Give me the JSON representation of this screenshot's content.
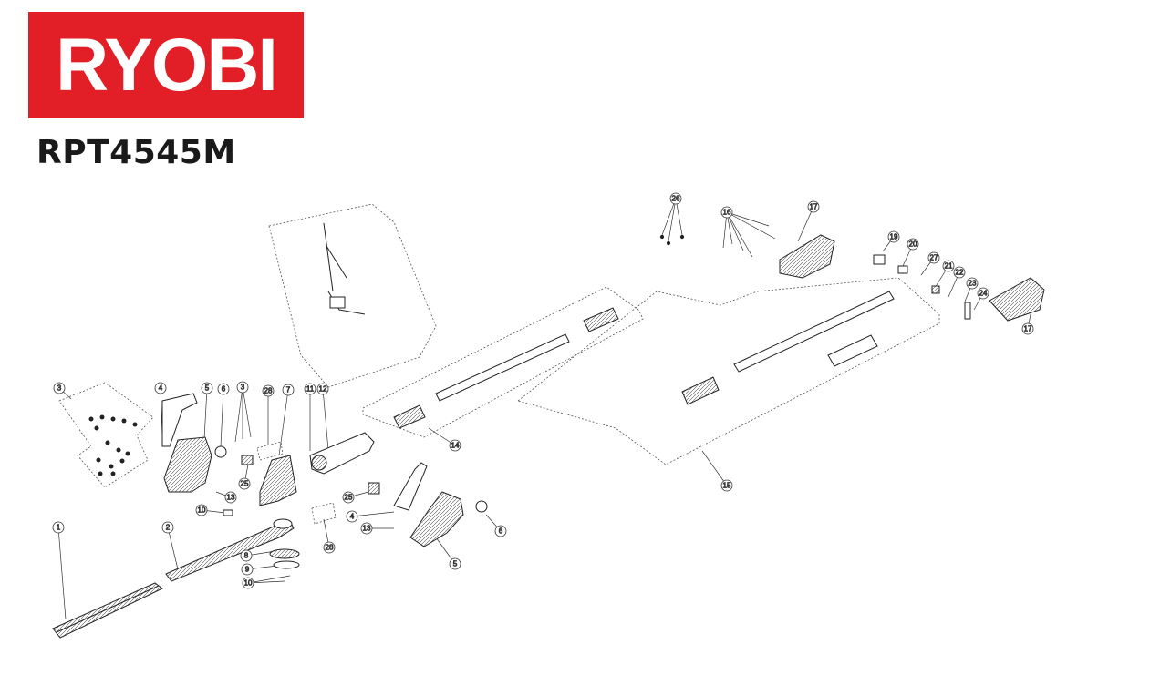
{
  "brand": {
    "name": "RYOBI",
    "color": "#e21f26"
  },
  "model": "RPT4545M",
  "callouts": [
    "1",
    "2",
    "3",
    "3",
    "4",
    "4",
    "5",
    "5",
    "6",
    "6",
    "7",
    "8",
    "9",
    "10",
    "10",
    "11",
    "12",
    "13",
    "13",
    "14",
    "15",
    "16",
    "17",
    "17",
    "19",
    "20",
    "21",
    "22",
    "23",
    "24",
    "25",
    "25",
    "26",
    "27",
    "28",
    "28"
  ]
}
